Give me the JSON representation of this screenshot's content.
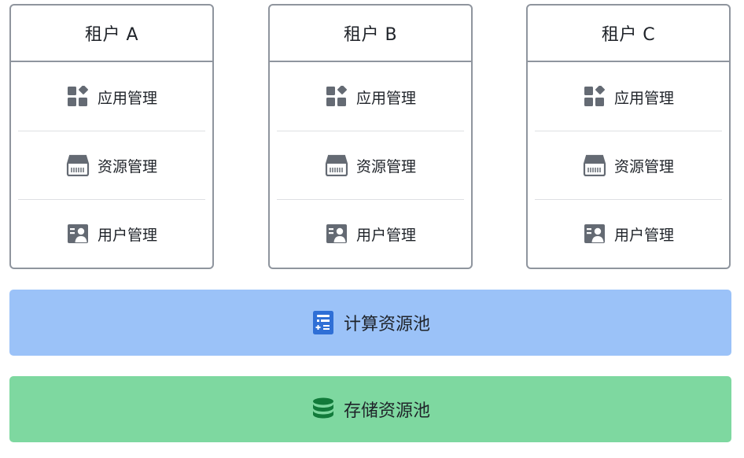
{
  "tenants": [
    {
      "name": "租户 A",
      "items": [
        {
          "label": "应用管理",
          "icon": "apps-icon"
        },
        {
          "label": "资源管理",
          "icon": "server-icon"
        },
        {
          "label": "用户管理",
          "icon": "user-card-icon"
        }
      ]
    },
    {
      "name": "租户 B",
      "items": [
        {
          "label": "应用管理",
          "icon": "apps-icon"
        },
        {
          "label": "资源管理",
          "icon": "server-icon"
        },
        {
          "label": "用户管理",
          "icon": "user-card-icon"
        }
      ]
    },
    {
      "name": "租户 C",
      "items": [
        {
          "label": "应用管理",
          "icon": "apps-icon"
        },
        {
          "label": "资源管理",
          "icon": "server-icon"
        },
        {
          "label": "用户管理",
          "icon": "user-card-icon"
        }
      ]
    }
  ],
  "pools": {
    "compute": {
      "label": "计算资源池",
      "icon": "calculator-icon",
      "color": "#9bc2f8"
    },
    "storage": {
      "label": "存储资源池",
      "icon": "database-icon",
      "color": "#7ed8a0"
    }
  },
  "colors": {
    "border": "#8f959e",
    "divider": "#dee0e3",
    "icon_gray": "#646a73",
    "compute_icon": "#2f6fd6",
    "storage_icon": "#117a3a"
  }
}
